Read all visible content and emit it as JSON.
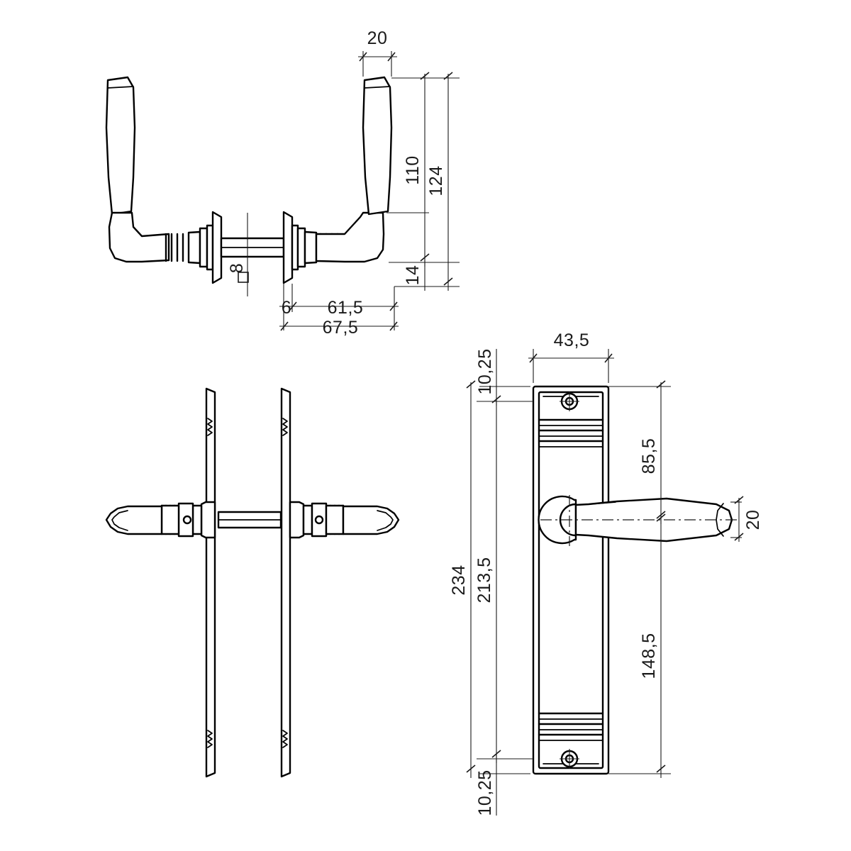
{
  "document": {
    "kind": "technical-drawing",
    "subject": "Door handle on backplate - dimensioned orthographic drawing",
    "background_color": "#ffffff",
    "line_color": "#000000",
    "dimension_color": "#1a1a1a"
  },
  "views": [
    {
      "id": "top-view",
      "name": "Side elevation of handle pair with spindle",
      "label": ""
    },
    {
      "id": "section-view",
      "name": "Section through backplates with levers",
      "label": ""
    },
    {
      "id": "front-view",
      "name": "Front elevation of backplate with lever",
      "label": ""
    }
  ],
  "dimensions": {
    "top_view": {
      "lever_width": "20",
      "lever_height_inner": "110",
      "lever_height_total": "124",
      "rosette_height": "14",
      "spindle_size": "8",
      "spindle_prefix": "□",
      "rosette_depth": "6",
      "handle_projection": "61,5",
      "total_depth": "67,5"
    },
    "front_view": {
      "plate_width": "43,5",
      "top_margin": "10,25",
      "bottom_margin": "10,25",
      "plate_length": "234",
      "screw_centres": "213,5",
      "handle_centre_from_top": "85,5",
      "handle_centre_from_bottom": "148,5",
      "lever_thickness": "20"
    }
  },
  "annotations": {
    "square_symbol": "□",
    "decimal_separator": ","
  }
}
